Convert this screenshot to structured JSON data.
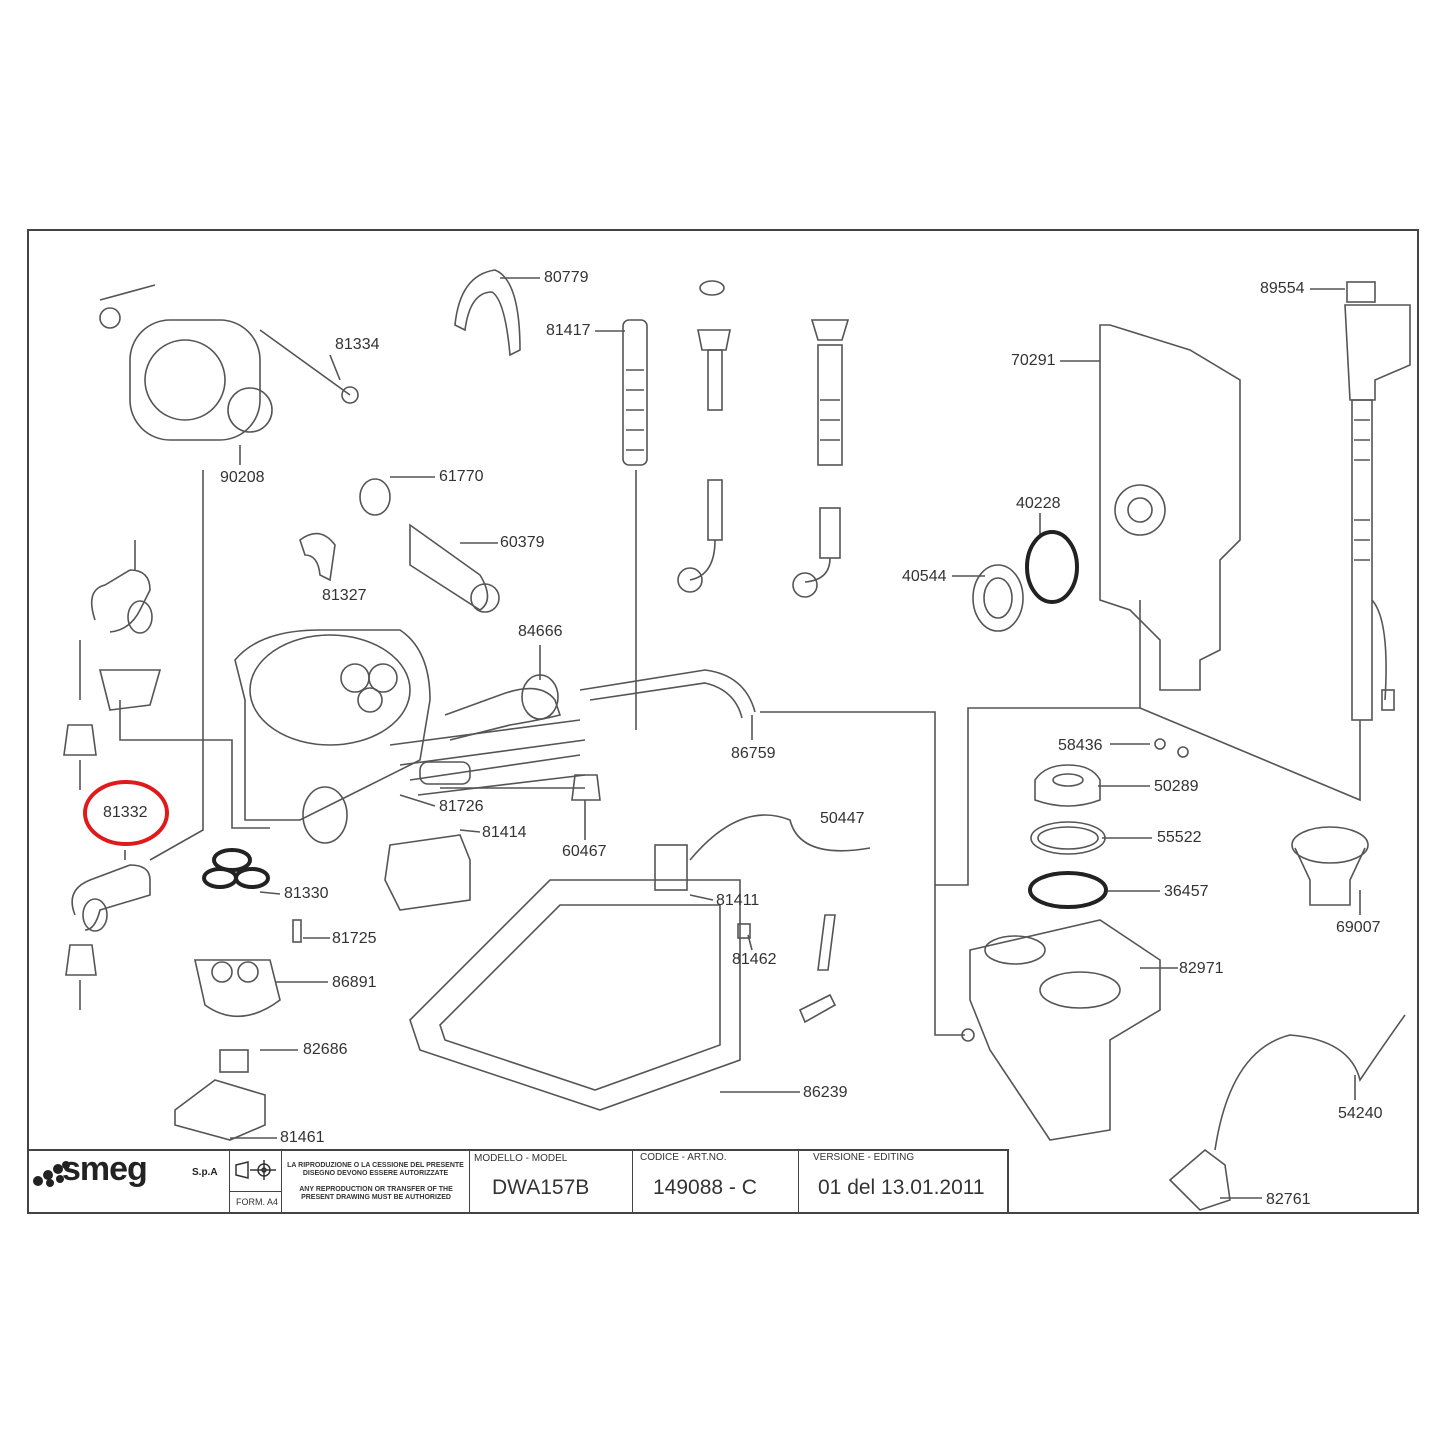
{
  "part_labels": [
    "80779",
    "81417",
    "89554",
    "70291",
    "81334",
    "90208",
    "61770",
    "60379",
    "81327",
    "84666",
    "40228",
    "40544",
    "86759",
    "58436",
    "50289",
    "55522",
    "36457",
    "81726",
    "81414",
    "60467",
    "50447",
    "81330",
    "81725",
    "86891",
    "81411",
    "81462",
    "82971",
    "69007",
    "82686",
    "86239",
    "54240",
    "81461",
    "82761",
    "81332"
  ],
  "highlight": {
    "label": "81332",
    "color": "#e0191b"
  },
  "title_block": {
    "brand": "smeg",
    "brand_suffix": "S.p.A",
    "form": "FORM. A4",
    "notice_it": "LA RIPRODUZIONE O LA CESSIONE DEL PRESENTE DISEGNO DEVONO ESSERE AUTORIZZATE",
    "notice_en": "ANY REPRODUCTION OR TRANSFER OF THE PRESENT DRAWING MUST BE AUTHORIZED",
    "model_header": "MODELLO - MODEL",
    "model_value": "DWA157B",
    "code_header": "CODICE - ART.NO.",
    "code_value": "149088 - C",
    "version_header": "VERSIONE - EDITING",
    "version_value": "01 del 13.01.2011"
  }
}
